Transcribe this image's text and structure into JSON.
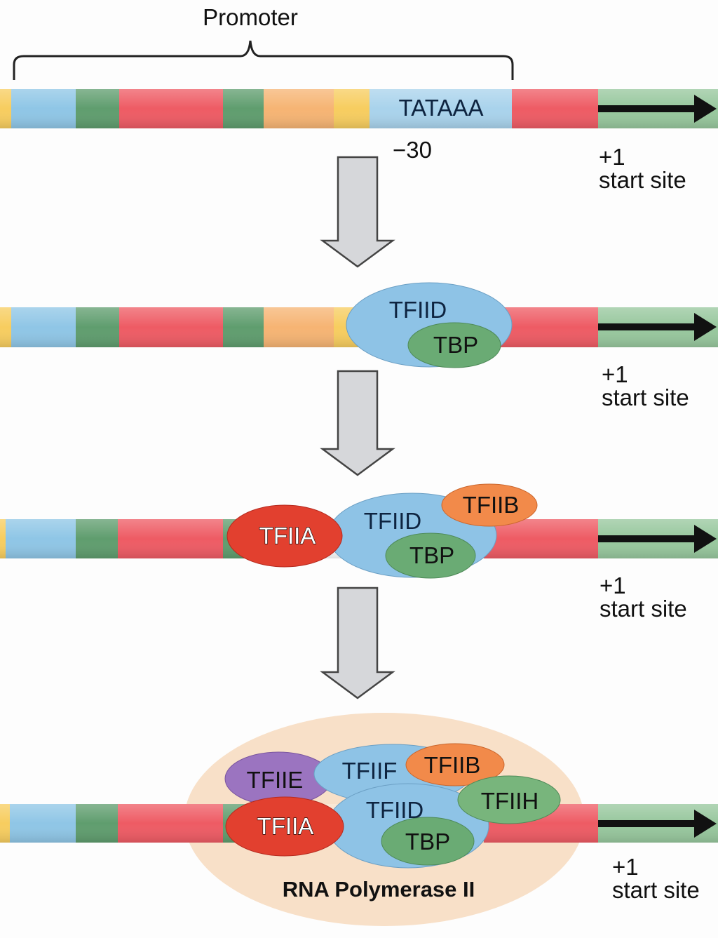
{
  "colors": {
    "blue": "#8fc6e6",
    "green": "#5f9d6e",
    "red": "#ee5b64",
    "orange": "#f6b473",
    "yellow": "#f7cd5f",
    "light_green": "#97c79d",
    "tfiid": "#8ec3e6",
    "tbp": "#6aab74",
    "tfiia": "#e2402f",
    "tfiib": "#f28a4a",
    "tfiie": "#9b74c0",
    "tfiih": "#78b57c",
    "pol2": "#f8e0c8"
  },
  "step1": {
    "promoter_label": "Promoter",
    "tata_label": "TATAAA",
    "position_label": "−30",
    "start_plus": "+1",
    "start_text": "start site"
  },
  "step2": {
    "tfiid": "TFIID",
    "tbp": "TBP",
    "start_plus": "+1",
    "start_text": "start site"
  },
  "step3": {
    "tfiia": "TFIIA",
    "tfiid": "TFIID",
    "tfiib": "TFIIB",
    "tbp": "TBP",
    "start_plus": "+1",
    "start_text": "start site"
  },
  "step4": {
    "tfiie": "TFIIE",
    "tfiif": "TFIIF",
    "tfiib": "TFIIB",
    "tfiih": "TFIIH",
    "tfiia": "TFIIA",
    "tfiid": "TFIID",
    "tbp": "TBP",
    "polymerase": "RNA Polymerase II",
    "start_plus": "+1",
    "start_text": "start site"
  }
}
